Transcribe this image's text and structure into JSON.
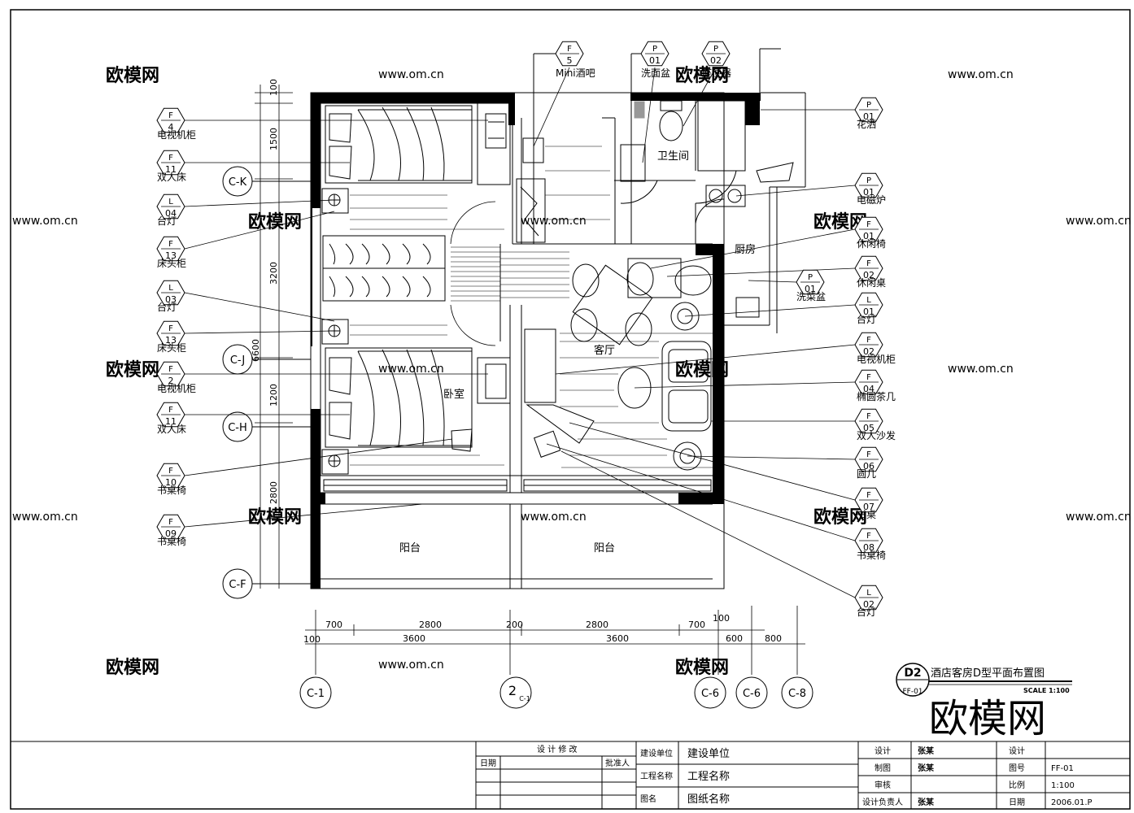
{
  "sheet": {
    "title": "酒店客房D型平面布置图",
    "scale": "SCALE 1:100",
    "number": "D2",
    "ref": "FF-01"
  },
  "rooms": {
    "bathroom": "卫生间",
    "kitchen": "厨房",
    "bedroom": "卧室",
    "living": "客厅",
    "balcony_left": "阳台",
    "balcony_right": "阳台"
  },
  "top_callouts": [
    {
      "code": "F",
      "num": "5",
      "label": "Mini酒吧"
    },
    {
      "code": "P",
      "num": "01",
      "label": "洗面盆"
    },
    {
      "code": "P",
      "num": "02",
      "label": "座便器"
    }
  ],
  "left_callouts": [
    {
      "code": "F",
      "num": "4",
      "label": "电视机柜"
    },
    {
      "code": "F",
      "num": "11",
      "label": "双人床"
    },
    {
      "code": "L",
      "num": "04",
      "label": "台灯"
    },
    {
      "code": "F",
      "num": "13",
      "label": "床头柜"
    },
    {
      "code": "L",
      "num": "03",
      "label": "台灯"
    },
    {
      "code": "F",
      "num": "13",
      "label": "床头柜"
    },
    {
      "code": "F",
      "num": "2",
      "label": "电视机柜"
    },
    {
      "code": "F",
      "num": "11",
      "label": "双人床"
    },
    {
      "code": "F",
      "num": "10",
      "label": "书桌椅"
    },
    {
      "code": "F",
      "num": "09",
      "label": "书桌椅"
    }
  ],
  "right_callouts": [
    {
      "code": "P",
      "num": "01",
      "label": "花洒"
    },
    {
      "code": "P",
      "num": "01",
      "label": "电磁炉"
    },
    {
      "code": "F",
      "num": "01",
      "label": "休闲椅"
    },
    {
      "code": "F",
      "num": "02",
      "label": "休闲桌"
    },
    {
      "code": "L",
      "num": "01",
      "label": "台灯"
    },
    {
      "code": "F",
      "num": "02",
      "label": "电视机柜"
    },
    {
      "code": "F",
      "num": "04",
      "label": "椭圆茶几"
    },
    {
      "code": "F",
      "num": "05",
      "label": "双人沙发"
    },
    {
      "code": "F",
      "num": "06",
      "label": "圆几"
    },
    {
      "code": "F",
      "num": "07",
      "label": "书桌"
    },
    {
      "code": "F",
      "num": "08",
      "label": "书桌椅"
    },
    {
      "code": "L",
      "num": "02",
      "label": "台灯"
    }
  ],
  "sink_callout": {
    "code": "P",
    "num": "01",
    "label": "洗菜盆"
  },
  "grid_vertical": [
    "C-K",
    "C-J",
    "C-H",
    "C-F"
  ],
  "grid_horizontal": [
    "C-1",
    "2",
    "C-6",
    "C-6",
    "C-8"
  ],
  "grid_h_sub": "C-1",
  "dims_vertical": [
    "100",
    "1500",
    "3200",
    "6600",
    "1200",
    "2800"
  ],
  "dims_top": [
    "700",
    "2800",
    "200",
    "2800",
    "700",
    "100"
  ],
  "dims_bottom": [
    "100",
    "3600",
    "3600",
    "600",
    "800"
  ],
  "title_block": {
    "revision_header": "设 计 修 改",
    "date_label": "日期",
    "approver_label": "批准人",
    "rows": [
      {
        "label": "建设单位",
        "value": "建设单位"
      },
      {
        "label": "工程名称",
        "value": "工程名称"
      },
      {
        "label": "图名",
        "value": "图纸名称"
      }
    ],
    "right_labels": [
      "设计",
      "制图",
      "审核",
      "设计负责人"
    ],
    "right_values": [
      "张某",
      "张某",
      "",
      "张某"
    ],
    "far_labels": [
      "设计",
      "图号",
      "比例",
      "日期"
    ],
    "far_values": [
      "",
      "FF-01",
      "1:100",
      "2006.01.P"
    ]
  },
  "watermark": {
    "text": "欧模网",
    "url": "www.om.cn"
  }
}
